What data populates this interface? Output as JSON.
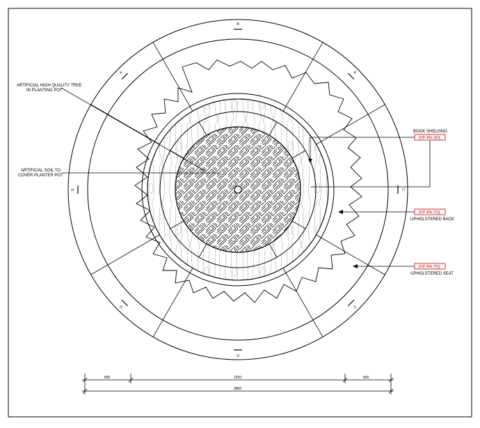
{
  "callouts": {
    "tree": {
      "line1": "ARTIFICIAL HIGH QUALITY TREE",
      "line2": "IN PLANTING POT"
    },
    "soil": {
      "line1": "ARTIFICIAL SOIL TO",
      "line2": "COVER PLANTER POT"
    },
    "shelving": {
      "label": "BOOK SHELVING",
      "tag": "JYF-PA-301"
    },
    "back": {
      "tag": "JYF-PA-701",
      "label": "UPHOLSTERED BACK"
    },
    "seat": {
      "tag": "JYF-PA-702",
      "label": "UPHOLSTERED SEAT"
    }
  },
  "section_marks": [
    "B",
    "B",
    "C",
    "C",
    "D",
    "D",
    "E",
    "E"
  ],
  "dimensions": {
    "segment_left": "800",
    "segment_middle": "2250",
    "segment_right": "800",
    "overall": "3850"
  },
  "colors": {
    "line": "#000000",
    "tag_border": "#c00000"
  }
}
